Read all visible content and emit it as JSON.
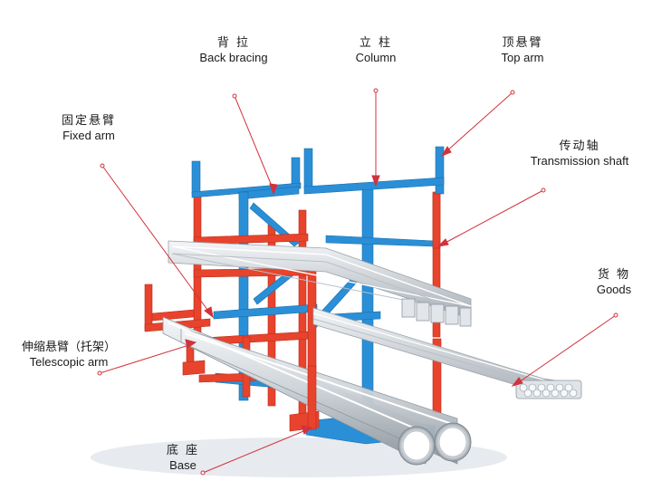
{
  "labels": {
    "back_bracing": {
      "zh": "背 拉",
      "en": "Back bracing"
    },
    "column": {
      "zh": "立 柱",
      "en": "Column"
    },
    "top_arm": {
      "zh": "顶悬臂",
      "en": "Top arm"
    },
    "fixed_arm": {
      "zh": "固定悬臂",
      "en": "Fixed arm"
    },
    "transmission_shaft": {
      "zh": "传动轴",
      "en": "Transmission shaft"
    },
    "goods": {
      "zh": "货 物",
      "en": "Goods"
    },
    "telescopic_arm": {
      "zh": "伸缩悬臂（托架）",
      "en": "Telescopic arm"
    },
    "base": {
      "zh": "底 座",
      "en": "Base"
    }
  },
  "colors": {
    "blue": "#2a8fd6",
    "blue_dark": "#1b6fae",
    "red": "#e8432c",
    "red_dark": "#b8301f",
    "steel_light": "#e9edf0",
    "steel_mid": "#c5ccd2",
    "steel_dark": "#8d969e",
    "leader": "#d2323c"
  }
}
